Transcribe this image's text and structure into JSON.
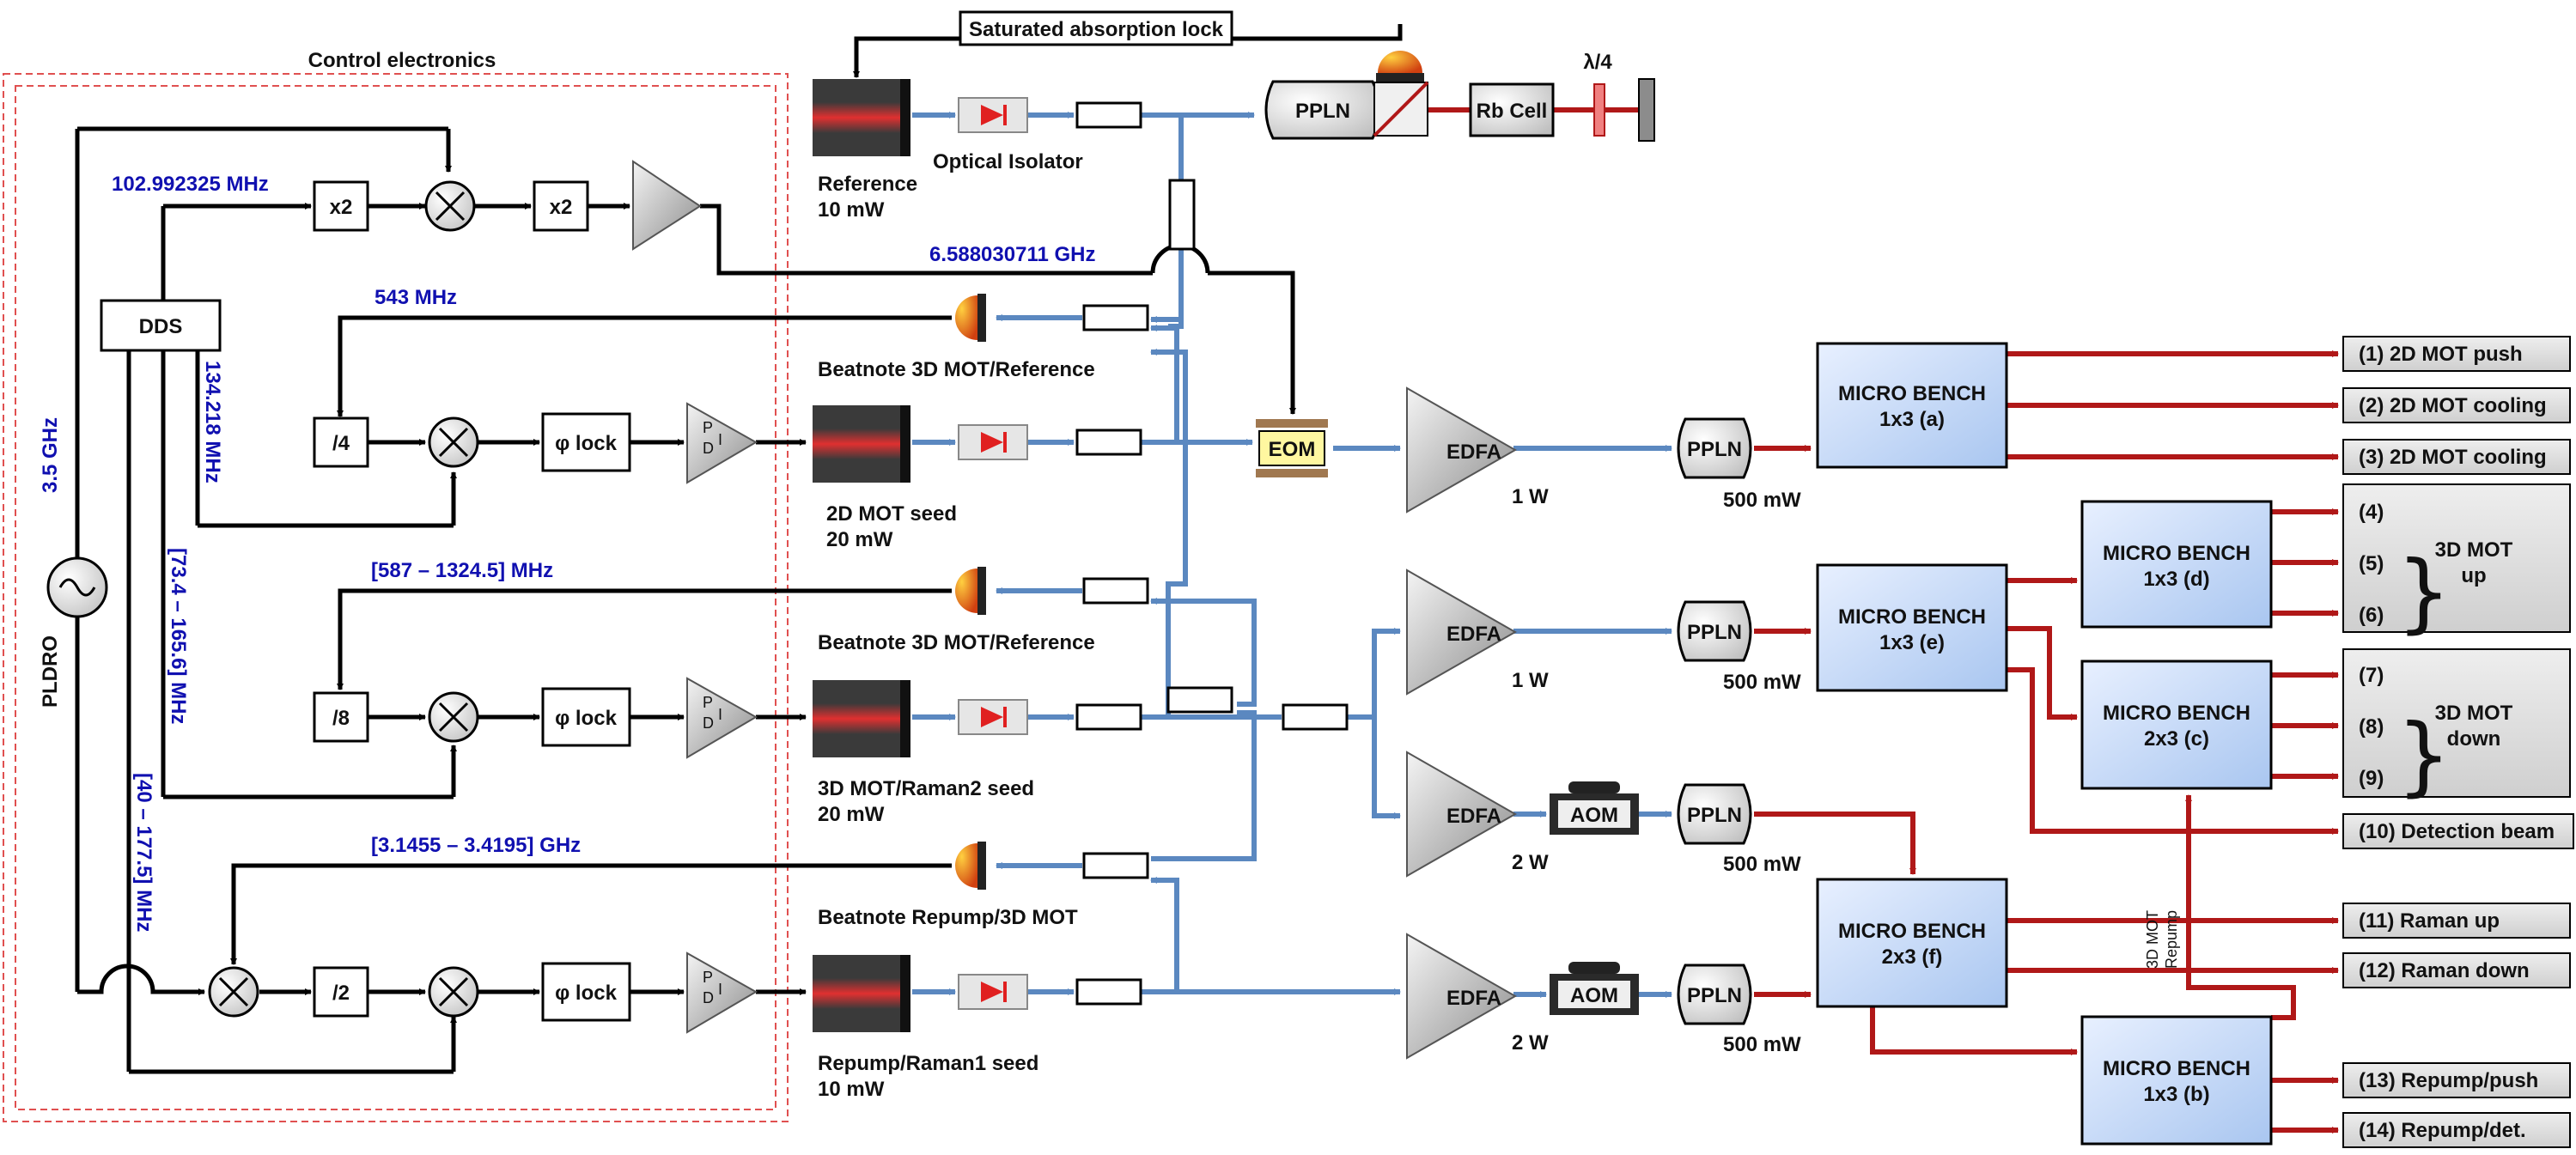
{
  "colors": {
    "electrical": "#000000",
    "fiber": "#5b88c0",
    "free_space": "#b01818",
    "micro_bench_fill": "#cfe0fa",
    "output_fill": "#d9d9d9",
    "frequency_text": "#1010b0",
    "control_border": "#e05050"
  },
  "control_electronics": {
    "title": "Control electronics",
    "pldro": "PLDRO",
    "pldro_freq": "3.5 GHz",
    "dds": "DDS",
    "freq_102": "102.992325 MHz",
    "freq_134": "134.218 MHz",
    "freq_73": "[73.4 – 165.6] MHz",
    "freq_40": "[40 – 177.5] MHz",
    "x2": "x2",
    "div4": "/4",
    "div8": "/8",
    "div2": "/2",
    "phase_lock": "φ lock",
    "pdi": [
      "P",
      "D",
      "I"
    ]
  },
  "freqs": {
    "f6588": "6.588030711 GHz",
    "f543": "543 MHz",
    "f587": "[587 – 1324.5] MHz",
    "f3145": "[3.1455 – 3.4195] GHz"
  },
  "lasers": {
    "reference": [
      "Reference",
      "10 mW"
    ],
    "mot2d": [
      "2D MOT seed",
      "20 mW"
    ],
    "mot3d": [
      "3D MOT/Raman2 seed",
      "20 mW"
    ],
    "repump": [
      "Repump/Raman1 seed",
      "10 mW"
    ]
  },
  "labels": {
    "sat_abs": "Saturated absorption lock",
    "optical_isolator": "Optical Isolator",
    "beat1": "Beatnote 3D MOT/Reference",
    "beat2": "Beatnote 3D MOT/Reference",
    "beat3": "Beatnote Repump/3D MOT",
    "pp": "PPLN",
    "rb_cell": "Rb Cell",
    "lambda4": "λ/4",
    "eom": "EOM",
    "edfa": "EDFA",
    "aom": "AOM",
    "w1a": "1 W",
    "w1b": "1 W",
    "w2a": "2 W",
    "w2b": "2 W",
    "mw1": "500 mW",
    "mw2": "500 mW",
    "mw3": "500 mW",
    "mw4": "500 mW",
    "mot3d_repump": [
      "3D MOT",
      "Repump"
    ]
  },
  "micro_benches": {
    "a": [
      "MICRO BENCH",
      "1x3 (a)"
    ],
    "e": [
      "MICRO BENCH",
      "1x3 (e)"
    ],
    "d": [
      "MICRO BENCH",
      "1x3 (d)"
    ],
    "c": [
      "MICRO BENCH",
      "2x3 (c)"
    ],
    "f": [
      "MICRO BENCH",
      "2x3 (f)"
    ],
    "b": [
      "MICRO BENCH",
      "1x3 (b)"
    ]
  },
  "outputs": {
    "o1": "(1) 2D MOT push",
    "o2": "(2) 2D MOT cooling",
    "o3": "(3) 2D MOT cooling",
    "o4": "(4)",
    "o5": "(5)",
    "o6": "(6)",
    "mot_up": [
      "3D MOT",
      "up"
    ],
    "o7": "(7)",
    "o8": "(8)",
    "o9": "(9)",
    "mot_down": [
      "3D MOT",
      "down"
    ],
    "o10": "(10) Detection beam",
    "o11": "(11) Raman up",
    "o12": "(12) Raman down",
    "o13": "(13) Repump/push",
    "o14": "(14) Repump/det."
  }
}
